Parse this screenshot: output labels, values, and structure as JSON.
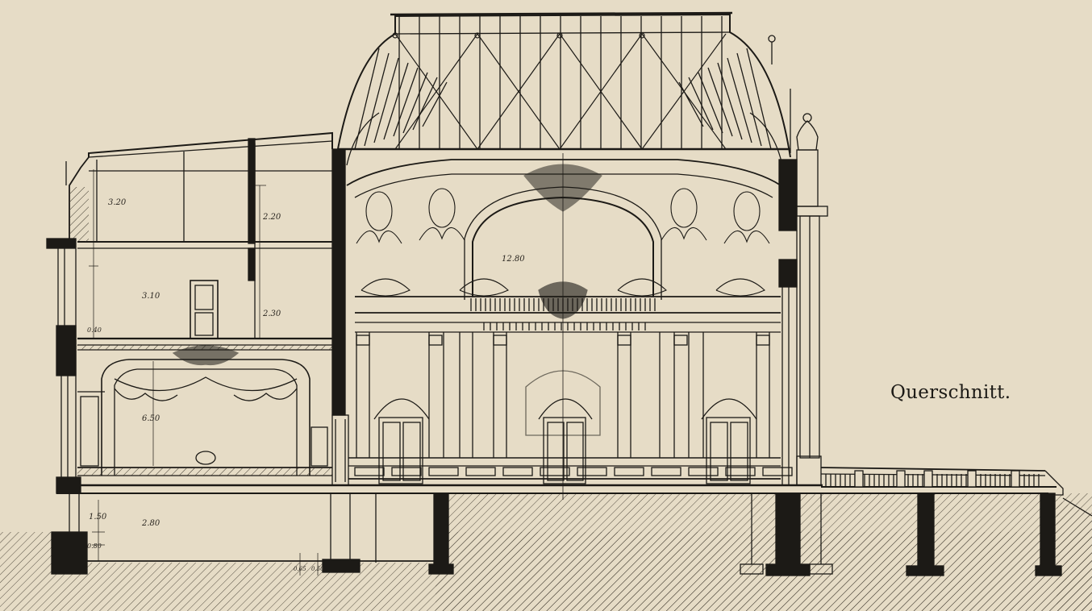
{
  "caption": "Querschnitt.",
  "dimensions": {
    "attic_upper": "3.20",
    "attic_right": "2.20",
    "floor_left": "3.10",
    "floor_right": "2.30",
    "ledge": "0.40",
    "hall_height": "12.80",
    "salon_height": "6.50",
    "basement_upper": "1.50",
    "basement_lower": "0.80",
    "basement_height": "2.80",
    "footing_a": "0.65",
    "footing_b": "0.50"
  },
  "colors": {
    "paper": "#e6dcc6",
    "ink": "#1c1a16"
  }
}
